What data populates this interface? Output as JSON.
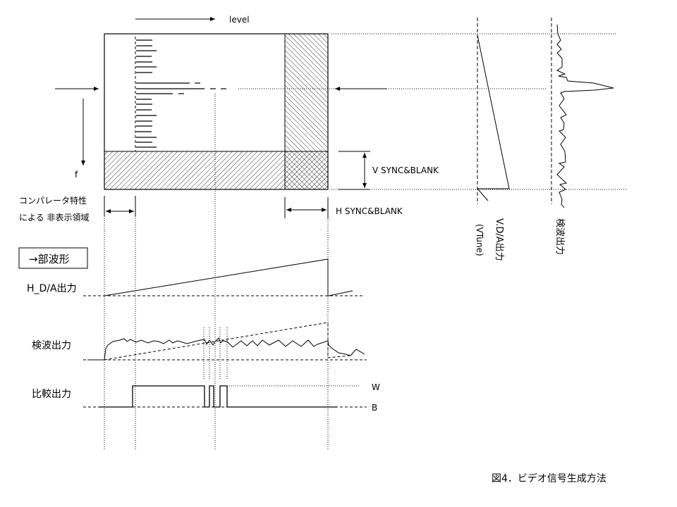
{
  "labels": {
    "level": "level",
    "f": "f",
    "v_sync": "V SYNC&BLANK",
    "h_sync": "H SYNC&BLANK",
    "comparator_line1": "コンパレータ特性",
    "comparator_line2": "による 非表示領域",
    "section_box": "→部波形",
    "h_da": "H_D/A出力",
    "detect": "検波出力",
    "compare": "比較出力",
    "w": "W",
    "b": "B",
    "v_da": "V.D/A出力",
    "vtune": "(VTune)",
    "detect_right": "検波出力",
    "caption": "図4．ビデオ信号生成方法"
  }
}
